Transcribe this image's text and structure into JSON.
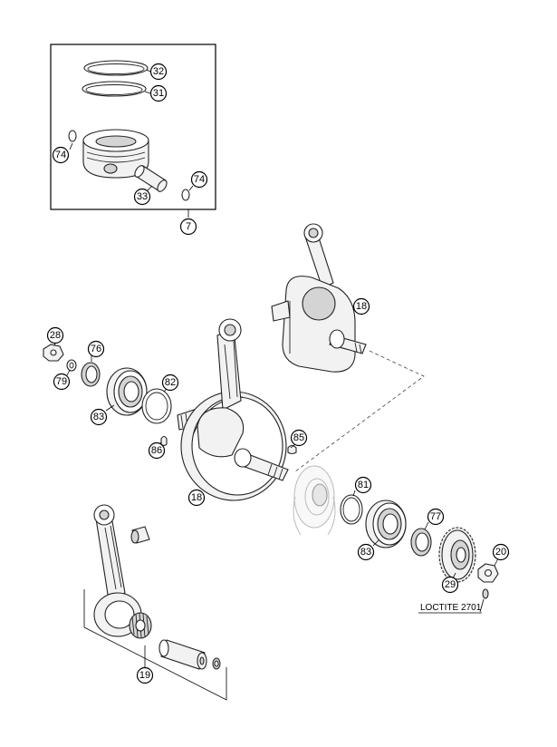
{
  "callouts": {
    "c7": "7",
    "c18_top": "18",
    "c18_main": "18",
    "c19": "19",
    "c20": "20",
    "c28": "28",
    "c29": "29",
    "c31": "31",
    "c32": "32",
    "c33": "33",
    "c74_left": "74",
    "c74_right": "74",
    "c76": "76",
    "c77": "77",
    "c79": "79",
    "c81": "81",
    "c82": "82",
    "c83_left": "83",
    "c83_right": "83",
    "c85": "85",
    "c86": "86"
  },
  "notes": {
    "loctite": "LOCTITE 2701"
  }
}
